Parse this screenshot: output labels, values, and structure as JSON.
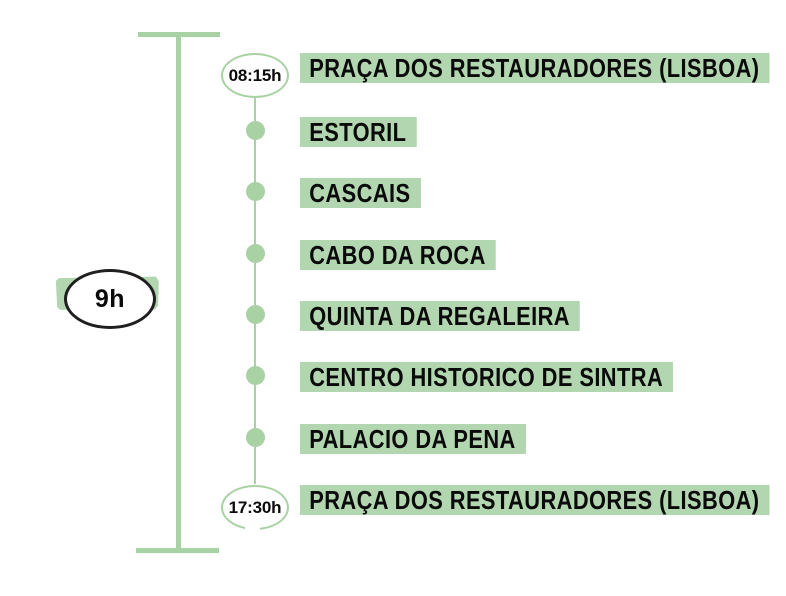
{
  "diagram": {
    "type": "tour-itinerary-timeline",
    "duration_label": "9h",
    "stops": [
      {
        "label": "PRAÇA DOS RESTAURADORES (LISBOA)",
        "time": "08:15h",
        "marker": "time-start"
      },
      {
        "label": "ESTORIL",
        "marker": "dot"
      },
      {
        "label": "CASCAIS",
        "marker": "dot"
      },
      {
        "label": "CABO DA ROCA",
        "marker": "dot"
      },
      {
        "label": "QUINTA DA REGALEIRA",
        "marker": "dot"
      },
      {
        "label": "CENTRO HISTORICO DE SINTRA",
        "marker": "dot"
      },
      {
        "label": "PALACIO DA PENA",
        "marker": "dot"
      },
      {
        "label": "PRAÇA DOS RESTAURADORES (LISBOA)",
        "time": "17:30h",
        "marker": "time-end"
      }
    ]
  },
  "colors": {
    "highlight_green": "#b2d6b0",
    "line_green": "#a8d1a4",
    "text_black": "#0a0a0a",
    "badge_border_black": "#1f1f1f",
    "background": "#ffffff"
  }
}
